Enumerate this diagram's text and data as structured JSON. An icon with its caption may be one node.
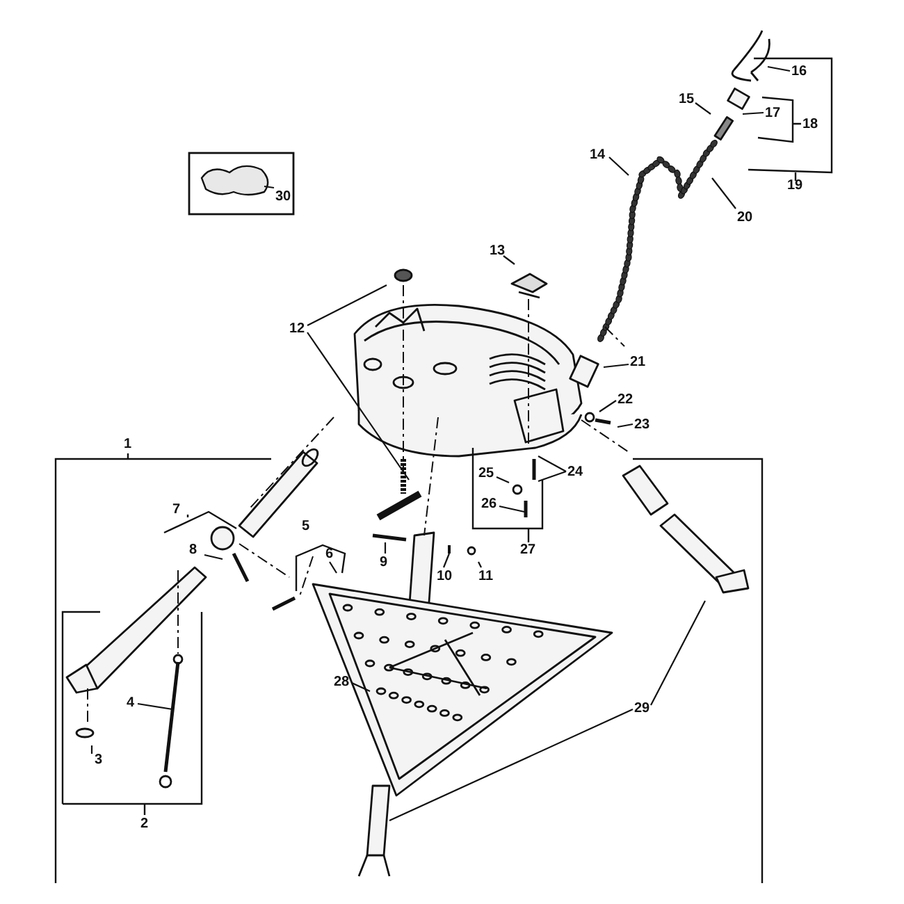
{
  "diagram": {
    "nodes": [
      {
        "text": [
          "1"
        ]
      },
      {
        "text": [
          "2"
        ]
      },
      {
        "text": [
          "3"
        ]
      },
      {
        "text": [
          "4"
        ]
      },
      {
        "text": [
          "5"
        ]
      },
      {
        "text": [
          "6"
        ]
      },
      {
        "text": [
          "7"
        ]
      },
      {
        "text": [
          "8"
        ]
      },
      {
        "text": [
          "9"
        ]
      },
      {
        "text": [
          "10"
        ]
      },
      {
        "text": [
          "11"
        ]
      },
      {
        "text": [
          "12"
        ]
      },
      {
        "text": [
          "13"
        ]
      },
      {
        "text": [
          "14"
        ]
      },
      {
        "text": [
          "15"
        ]
      },
      {
        "text": [
          "16"
        ]
      },
      {
        "text": [
          "17"
        ]
      },
      {
        "text": [
          "18"
        ]
      },
      {
        "text": [
          "19"
        ]
      },
      {
        "text": [
          "20"
        ]
      },
      {
        "text": [
          "21"
        ]
      },
      {
        "text": [
          "22"
        ]
      },
      {
        "text": [
          "23"
        ]
      },
      {
        "text": [
          "24"
        ]
      },
      {
        "text": [
          "25"
        ]
      },
      {
        "text": [
          "26"
        ]
      },
      {
        "text": [
          "27"
        ]
      },
      {
        "text": [
          "28"
        ]
      },
      {
        "text": [
          "29"
        ]
      },
      {
        "text": [
          "30"
        ]
      }
    ],
    "edges": [
      {
        "from": 2,
        "to": null,
        "arrow": "none"
      },
      {
        "from": 3,
        "to": null,
        "arrow": "none"
      },
      {
        "from": 5,
        "to": null,
        "arrow": "none"
      },
      {
        "from": 7,
        "to": null,
        "arrow": "none"
      },
      {
        "from": 8,
        "to": null,
        "arrow": "none"
      },
      {
        "from": 9,
        "to": null,
        "arrow": "none"
      },
      {
        "from": 10,
        "to": null,
        "arrow": "none"
      },
      {
        "from": 11,
        "to": null,
        "arrow": "none"
      },
      {
        "from": 11,
        "to": null,
        "arrow": "none"
      },
      {
        "from": 12,
        "to": null,
        "arrow": "none"
      },
      {
        "from": 13,
        "to": null,
        "arrow": "none"
      },
      {
        "from": 14,
        "to": null,
        "arrow": "none"
      },
      {
        "from": 15,
        "to": null,
        "arrow": "none"
      },
      {
        "from": 16,
        "to": null,
        "arrow": "none"
      },
      {
        "from": 19,
        "to": null,
        "arrow": "none"
      },
      {
        "from": 20,
        "to": null,
        "arrow": "none"
      },
      {
        "from": 21,
        "to": null,
        "arrow": "none"
      },
      {
        "from": 22,
        "to": null,
        "arrow": "none"
      },
      {
        "from": 23,
        "to": null,
        "arrow": "none"
      },
      {
        "from": 23,
        "to": null,
        "arrow": "none"
      },
      {
        "from": 24,
        "to": null,
        "arrow": "none"
      },
      {
        "from": 25,
        "to": null,
        "arrow": "none"
      },
      {
        "from": 27,
        "to": null,
        "arrow": "none"
      },
      {
        "from": 28,
        "to": null,
        "arrow": "none"
      },
      {
        "from": 28,
        "to": null,
        "arrow": "none"
      },
      {
        "from": 29,
        "to": null,
        "arrow": "none"
      }
    ]
  }
}
